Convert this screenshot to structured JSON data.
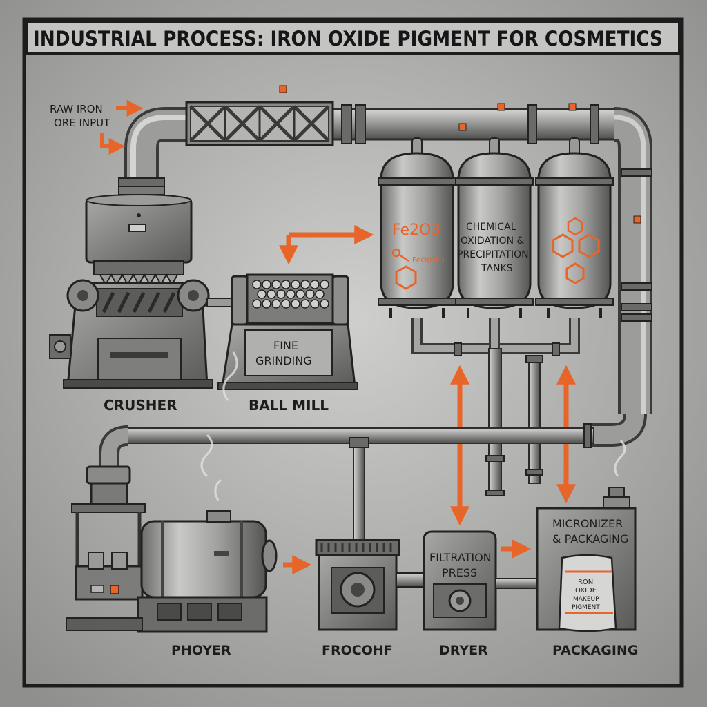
{
  "title": "INDUSTRIAL PROCESS: IRON OXIDE PIGMENT FOR COSMETICS",
  "input_label": {
    "line1": "RAW IRON",
    "line2": "ORE INPUT"
  },
  "machines": {
    "crusher": "CRUSHER",
    "ball_mill": "BALL MILL",
    "ball_mill_plate": {
      "line1": "FINE",
      "line2": "GRINDING"
    },
    "tanks": {
      "line1": "CHEMICAL",
      "line2": "OXIDATION &",
      "line3": "PRECIPITATION",
      "line4": "TANKS"
    },
    "tank1_formula1": "Fe2O3",
    "tank1_formula2": "FeO(OH)",
    "filtration_press": {
      "line1": "FILTRATION",
      "line2": "PRESS"
    },
    "micronizer": {
      "line1": "MICRONIZER",
      "line2": "& PACKAGING"
    },
    "bag": {
      "line1": "IRON",
      "line2": "OXIDE",
      "line3": "MAKEUP",
      "line4": "PIGMENT"
    },
    "phoyer": "PHOYER",
    "frocohf": "FROCOHF",
    "dryer": "DRYER",
    "packaging": "PACKAGING"
  },
  "colors": {
    "accent": "#e8652a",
    "metal": "#8c8c8a",
    "metal_dark": "#4a4a48",
    "outline": "#222222",
    "background": "#b9b9b7"
  },
  "icons": [
    "arrow-icon",
    "double-arrow-icon",
    "benzene-ring-icon",
    "indicator-light-icon"
  ]
}
